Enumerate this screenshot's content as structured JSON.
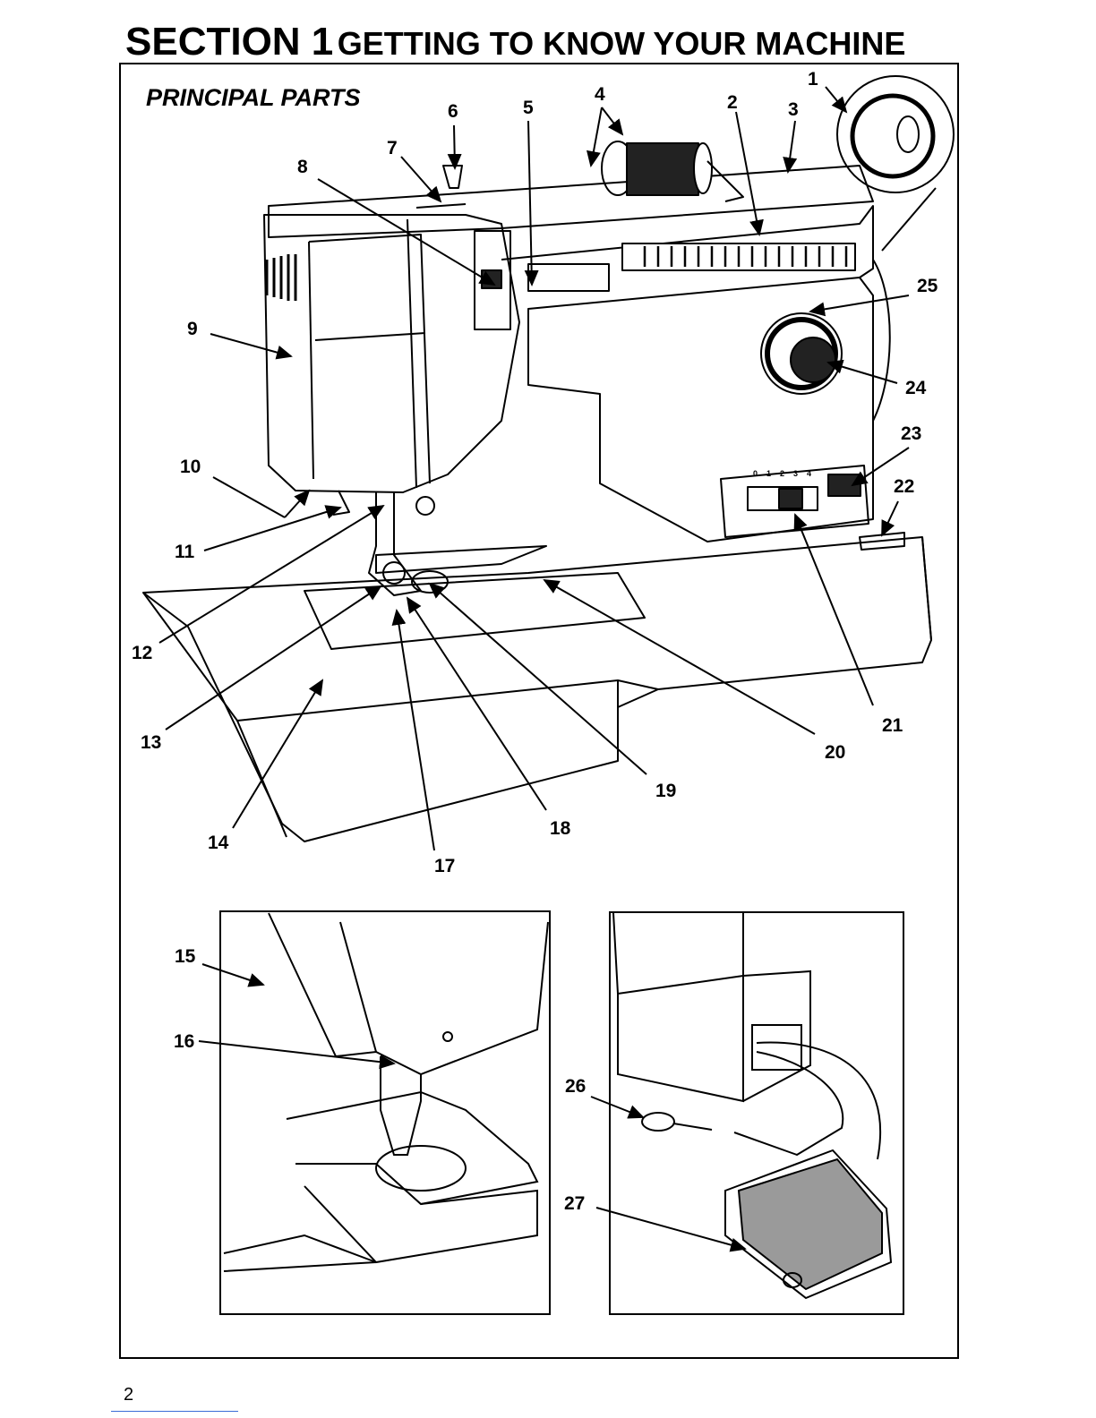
{
  "header": {
    "section": "SECTION 1",
    "title": "GETTING TO KNOW YOUR MACHINE"
  },
  "subheading": "PRINCIPAL PARTS",
  "callouts": {
    "n1": "1",
    "n2": "2",
    "n3": "3",
    "n4": "4",
    "n5": "5",
    "n6": "6",
    "n7": "7",
    "n8": "8",
    "n9": "9",
    "n10": "10",
    "n11": "11",
    "n12": "12",
    "n13": "13",
    "n14": "14",
    "n15": "15",
    "n16": "16",
    "n17": "17",
    "n18": "18",
    "n19": "19",
    "n20": "20",
    "n21": "21",
    "n22": "22",
    "n23": "23",
    "n24": "24",
    "n25": "25",
    "n26": "26",
    "n27": "27"
  },
  "stitch_length_scale": [
    "0",
    "1",
    "2",
    "3",
    "4"
  ],
  "page_number": "2"
}
